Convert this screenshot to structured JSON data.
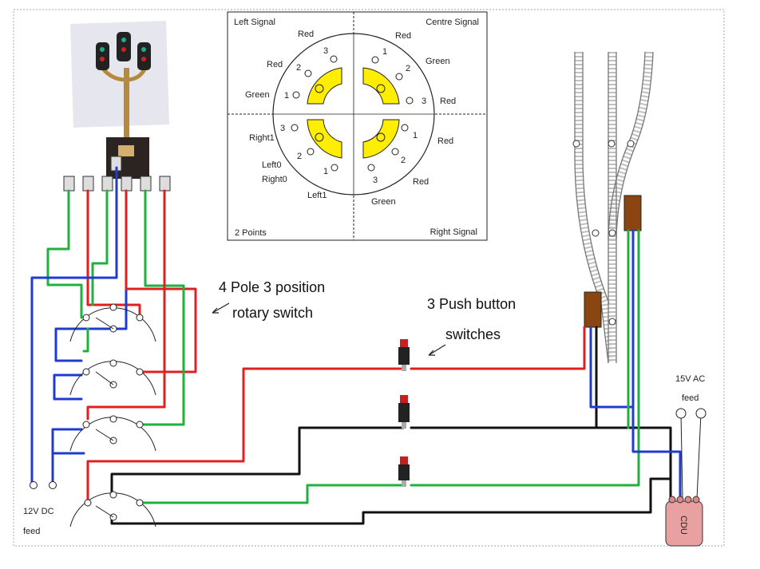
{
  "selector_panel": {
    "quadrant_labels": [
      "Left Signal",
      "Centre Signal",
      "2 Points",
      "Right Signal"
    ],
    "left_signal": {
      "pos1": "Green",
      "pos2": "Red",
      "pos3": "Red"
    },
    "centre_signal": {
      "pos1": "Red",
      "pos2": "Green",
      "pos3": "Red"
    },
    "points": {
      "pos1": "Left1",
      "pos2_a": "Left0",
      "pos2_b": "Right0",
      "pos3": "Right1"
    },
    "right_signal": {
      "pos1": "Red",
      "pos2": "Red",
      "pos3": "Green"
    },
    "numbers": [
      "1",
      "2",
      "3"
    ]
  },
  "annotations": {
    "rotary_line1": "4 Pole 3 position",
    "rotary_line2": "rotary switch",
    "push_line1": "3 Push button",
    "push_line2": "switches",
    "dc_line1": "12V DC",
    "dc_line2": "feed",
    "ac_line1": "15V AC",
    "ac_line2": "feed",
    "cdu": "CDU"
  },
  "colors": {
    "red_wire": "#e02020",
    "green_wire": "#20b040",
    "blue_wire": "#1f3bd0",
    "black_wire": "#111111",
    "indicator": "#ffee00",
    "cdu_fill": "#e8a0a0",
    "point_motor": "#8b4513"
  }
}
